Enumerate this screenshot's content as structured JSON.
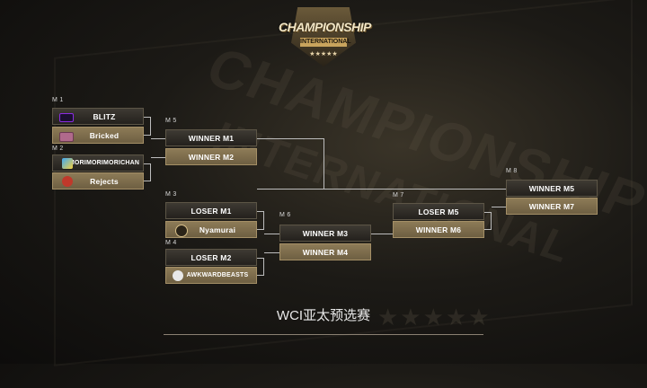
{
  "logo": {
    "title": "CHAMPIONSHIP",
    "subtitle": "INTERNATIONAL",
    "stars": "★★★★★",
    "icon": "tank-shield-icon"
  },
  "background": {
    "word_1": "CHAMPIONSHIP",
    "word_2": "INTERNATIONAL",
    "stars": "★★★★★"
  },
  "matches": {
    "m1": {
      "label": "M 1",
      "top": "BLITZ",
      "bottom": "Bricked",
      "top_icon": "blitz-logo-icon",
      "bottom_icon": "bricked-logo-icon"
    },
    "m2": {
      "label": "M 2",
      "top": "MORIMORIMORICHAN",
      "bottom": "Rejects",
      "top_icon": "morimori-logo-icon",
      "bottom_icon": "rejects-logo-icon"
    },
    "m3": {
      "label": "M 3",
      "top": "LOSER M1",
      "bottom": "Nyamurai",
      "bottom_icon": "nyamurai-logo-icon"
    },
    "m4": {
      "label": "M 4",
      "top": "LOSER M2",
      "bottom": "AWKWARDBEASTS",
      "bottom_icon": "awkwardbeasts-logo-icon"
    },
    "m5": {
      "label": "M 5",
      "top": "WINNER M1",
      "bottom": "WINNER M2"
    },
    "m6": {
      "label": "M 6",
      "top": "WINNER M3",
      "bottom": "WINNER M4"
    },
    "m7": {
      "label": "M 7",
      "top": "LOSER M5",
      "bottom": "WINNER M6"
    },
    "m8": {
      "label": "M 8",
      "top": "WINNER M5",
      "bottom": "WINNER M7"
    }
  },
  "title": "WCI亚太预选赛",
  "colors": {
    "gold": "#8d7b57",
    "dark_slot": "#2f2b26",
    "line": "#bdbdbd"
  }
}
